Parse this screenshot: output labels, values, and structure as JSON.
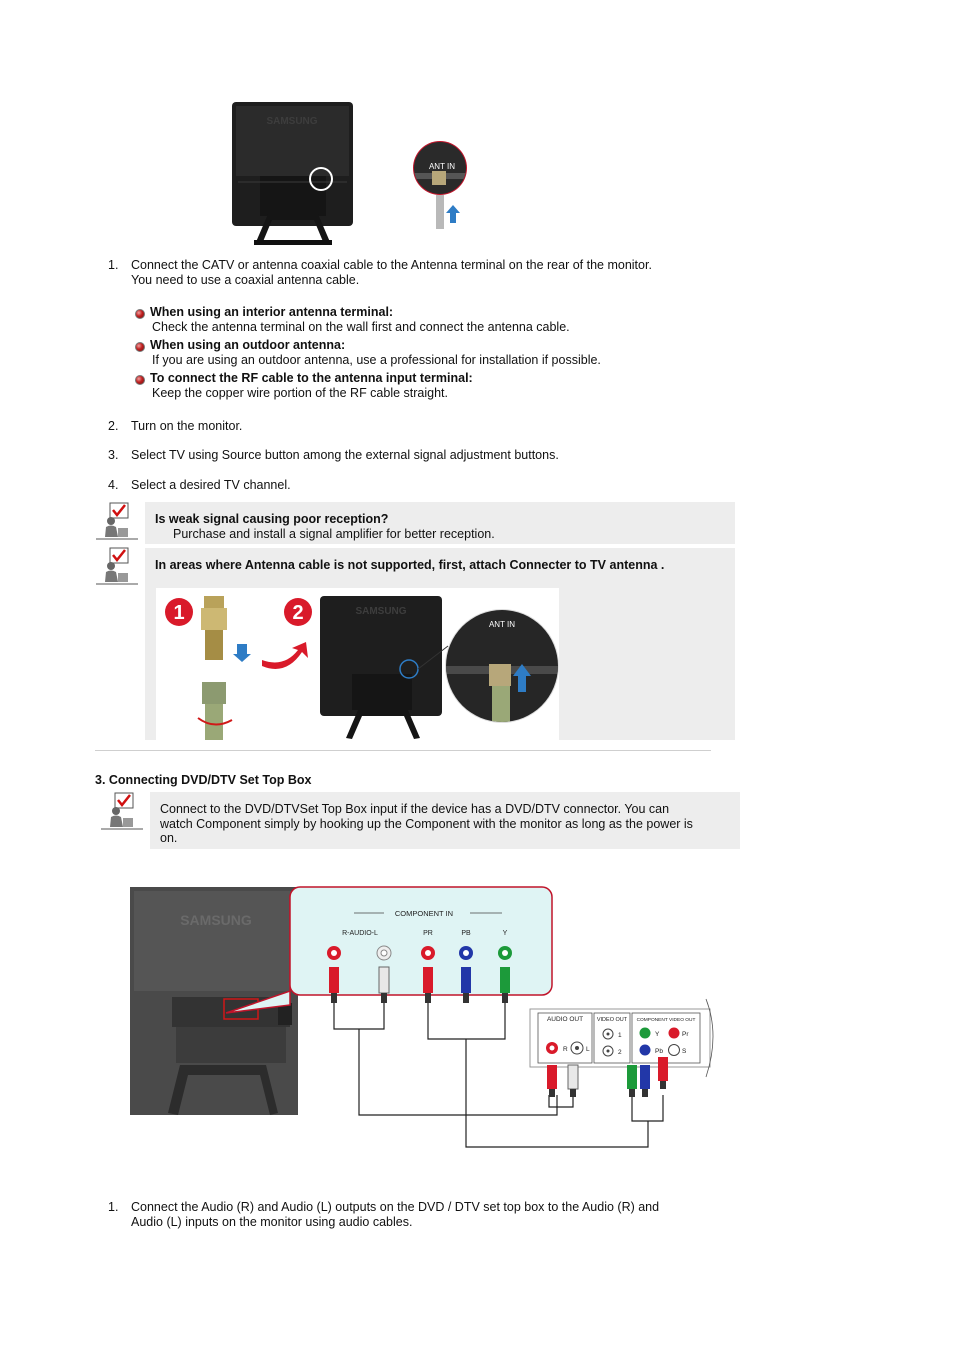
{
  "top_figure": {
    "tv_brand": "SAMSUNG",
    "callout_label": "ANT IN"
  },
  "steps_a": [
    {
      "num": "1.",
      "line1": "Connect the CATV or antenna coaxial cable to the Antenna terminal on the rear of the monitor.",
      "line2": "You need to use a coaxial antenna cable."
    },
    {
      "num": "2.",
      "line1": "Turn on the monitor."
    },
    {
      "num": "3.",
      "line1": "Select TV using Source button among the external signal adjustment buttons."
    },
    {
      "num": "4.",
      "line1": "Select a desired TV channel."
    }
  ],
  "bullets": [
    {
      "title": "When using an interior antenna terminal:",
      "body": "Check the antenna terminal on the wall first and connect the antenna cable."
    },
    {
      "title": "When using an outdoor antenna:",
      "body": "If you are using an outdoor antenna, use a professional for installation if possible."
    },
    {
      "title": "To connect the RF cable to the antenna input terminal:",
      "body": "Keep the copper wire portion of the RF cable straight."
    }
  ],
  "notes": {
    "weak_signal": {
      "title": "Is weak signal causing poor reception?",
      "body": "Purchase and install a signal amplifier for better reception."
    },
    "antenna_connector": {
      "title": "In areas where Antenna cable is not supported, first, attach Connecter to TV antenna ."
    },
    "dvd": {
      "line1": "Connect to the DVD/DTVSet Top Box input if the device has a DVD/DTV connector. You can",
      "line2": "watch Component simply by hooking up the Component with the monitor as long as the power is",
      "line3": "on."
    }
  },
  "connector_figure": {
    "step1": "1",
    "step2": "2",
    "brand": "SAMSUNG",
    "label": "ANT IN"
  },
  "section3": {
    "title": "3. Connecting DVD/DTV Set Top Box"
  },
  "component_diagram": {
    "brand": "SAMSUNG",
    "header": "COMPONENT IN",
    "jacks": [
      "R-AUDIO-L",
      "PR",
      "PB",
      "Y"
    ],
    "box_audio_out": "AUDIO OUT",
    "box_video_out": "VIDEO OUT",
    "box_component_out": "COMPONENT VIDEO OUT",
    "box_r": "R",
    "box_l": "L",
    "box_1": "1",
    "box_2": "2",
    "box_y": "Y",
    "box_pr": "Pr",
    "box_pb": "Pb",
    "box_s": "S"
  },
  "steps_b": [
    {
      "num": "1.",
      "line1": "Connect the Audio (R) and Audio (L) outputs on the DVD / DTV set top box to the Audio (R) and",
      "line2": "Audio (L) inputs on the monitor using audio cables."
    }
  ],
  "colors": {
    "note_bg": "#ededed",
    "callout_bg": "#dff4f4",
    "callout_border": "#c0142a",
    "bullet": "#c02020"
  }
}
